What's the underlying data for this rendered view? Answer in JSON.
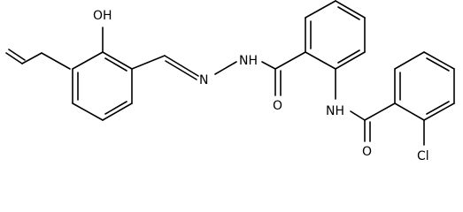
{
  "molecule": {
    "atom_labels": {
      "hydroxyl": "OH",
      "hydrazone_nh": "NH",
      "hydrazone_n": "N",
      "carbonyl_o_1": "O",
      "amide_nh": "NH",
      "carbonyl_o_2": "O",
      "chloro": "Cl"
    }
  },
  "colors": {
    "ink": "#000000",
    "background": "#ffffff"
  }
}
